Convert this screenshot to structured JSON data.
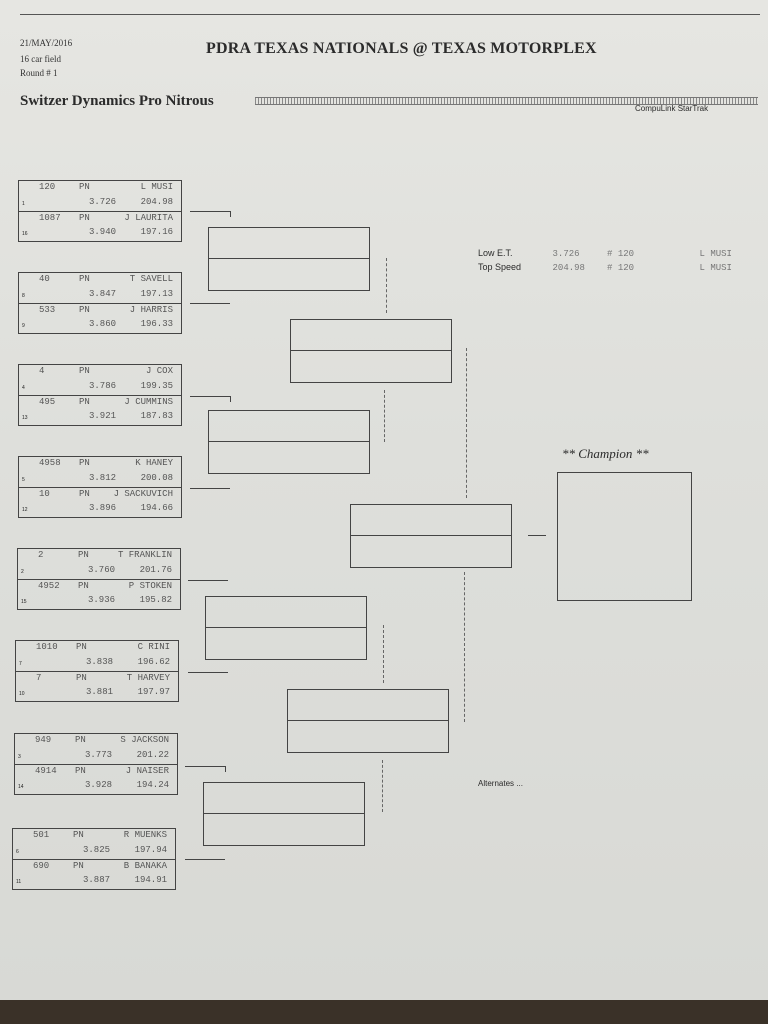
{
  "header": {
    "date": "21/MAY/2016",
    "field": "16 car field",
    "round": "Round # 1",
    "title": "PDRA TEXAS NATIONALS @ TEXAS MOTORPLEX",
    "class_title": "Switzer Dynamics Pro Nitrous",
    "timing_system": "CompuLink StarTrak"
  },
  "pairs": [
    {
      "a": {
        "car": "120",
        "cls": "PN",
        "driver": "L MUSI",
        "seed": "1",
        "et": "3.726",
        "mph": "204.98"
      },
      "b": {
        "car": "1087",
        "cls": "PN",
        "driver": "J LAURITA",
        "seed": "16",
        "et": "3.940",
        "mph": "197.16"
      }
    },
    {
      "a": {
        "car": "40",
        "cls": "PN",
        "driver": "T SAVELL",
        "seed": "8",
        "et": "3.847",
        "mph": "197.13"
      },
      "b": {
        "car": "533",
        "cls": "PN",
        "driver": "J HARRIS",
        "seed": "9",
        "et": "3.860",
        "mph": "196.33"
      }
    },
    {
      "a": {
        "car": "4",
        "cls": "PN",
        "driver": "J COX",
        "seed": "4",
        "et": "3.786",
        "mph": "199.35"
      },
      "b": {
        "car": "495",
        "cls": "PN",
        "driver": "J CUMMINS",
        "seed": "13",
        "et": "3.921",
        "mph": "187.83"
      }
    },
    {
      "a": {
        "car": "4958",
        "cls": "PN",
        "driver": "K HANEY",
        "seed": "5",
        "et": "3.812",
        "mph": "200.08"
      },
      "b": {
        "car": "10",
        "cls": "PN",
        "driver": "J SACKUVICH",
        "seed": "12",
        "et": "3.896",
        "mph": "194.66"
      }
    },
    {
      "a": {
        "car": "2",
        "cls": "PN",
        "driver": "T FRANKLIN",
        "seed": "2",
        "et": "3.760",
        "mph": "201.76"
      },
      "b": {
        "car": "4952",
        "cls": "PN",
        "driver": "P STOKEN",
        "seed": "15",
        "et": "3.936",
        "mph": "195.82"
      }
    },
    {
      "a": {
        "car": "1010",
        "cls": "PN",
        "driver": "C RINI",
        "seed": "7",
        "et": "3.838",
        "mph": "196.62"
      },
      "b": {
        "car": "7",
        "cls": "PN",
        "driver": "T HARVEY",
        "seed": "10",
        "et": "3.881",
        "mph": "197.97"
      }
    },
    {
      "a": {
        "car": "949",
        "cls": "PN",
        "driver": "S JACKSON",
        "seed": "3",
        "et": "3.773",
        "mph": "201.22"
      },
      "b": {
        "car": "4914",
        "cls": "PN",
        "driver": "J NAISER",
        "seed": "14",
        "et": "3.928",
        "mph": "194.24"
      }
    },
    {
      "a": {
        "car": "501",
        "cls": "PN",
        "driver": "R MUENKS",
        "seed": "6",
        "et": "3.825",
        "mph": "197.94"
      },
      "b": {
        "car": "690",
        "cls": "PN",
        "driver": "B BANAKA",
        "seed": "11",
        "et": "3.887",
        "mph": "194.91"
      }
    }
  ],
  "stats": {
    "low_et": {
      "label": "Low  E.T.",
      "value": "3.726",
      "car": "# 120",
      "driver": "L MUSI"
    },
    "top_speed": {
      "label": "Top Speed",
      "value": "204.98",
      "car": "# 120",
      "driver": "L MUSI"
    }
  },
  "champion_label": "** Champion **",
  "alternates_label": "Alternates ..."
}
